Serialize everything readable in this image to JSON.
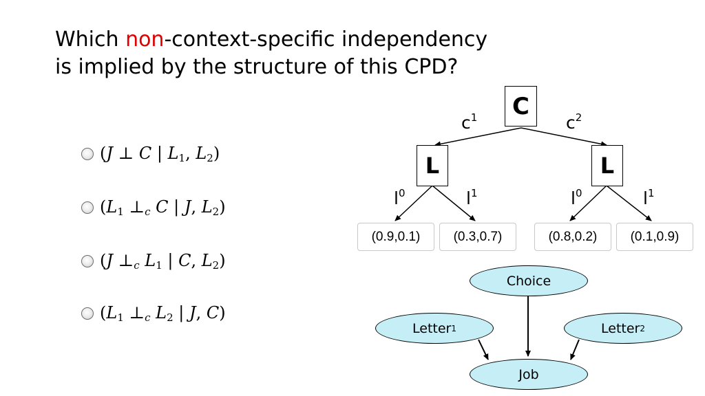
{
  "question": {
    "prefix": "Which ",
    "highlight": "non",
    "rest_line1": "-context-specific independency",
    "line2": "is implied by the structure of this CPD?",
    "highlight_color": "#e00000"
  },
  "options": [
    {
      "open": "(",
      "a": "J",
      "op": "⊥",
      "op_sub": "",
      "b": "C",
      "cond": "L",
      "cond_sub": "1",
      "cond2": "L",
      "cond2_sub": "2",
      "close": ")"
    },
    {
      "open": "(",
      "a": "L",
      "a_sub": "1",
      "op": "⊥",
      "op_sub": "c",
      "b": "C",
      "cond": "J",
      "cond2": "L",
      "cond2_sub": "2",
      "close": ")"
    },
    {
      "open": "(",
      "a": "J",
      "op": "⊥",
      "op_sub": "c",
      "b": "L",
      "b_sub": "1",
      "cond": "C",
      "cond2": "L",
      "cond2_sub": "2",
      "close": ")"
    },
    {
      "open": "(",
      "a": "L",
      "a_sub": "1",
      "op": "⊥",
      "op_sub": "c",
      "b": "L",
      "b_sub": "2",
      "cond": "J",
      "cond2": "C",
      "close": ")"
    }
  ],
  "tree": {
    "root": "C",
    "left_edge": {
      "base": "c",
      "sup": "1"
    },
    "right_edge": {
      "base": "c",
      "sup": "2"
    },
    "left_child": "L",
    "right_child": "L",
    "l_edges": [
      {
        "base": "l",
        "sup": "0"
      },
      {
        "base": "l",
        "sup": "1"
      },
      {
        "base": "l",
        "sup": "0"
      },
      {
        "base": "l",
        "sup": "1"
      }
    ],
    "leaves": [
      "(0.9,0.1)",
      "(0.3,0.7)",
      "(0.8,0.2)",
      "(0.1,0.9)"
    ]
  },
  "network": {
    "choice": "Choice",
    "letter1": {
      "base": "Letter",
      "sub": "1"
    },
    "letter2": {
      "base": "Letter",
      "sub": "2"
    },
    "job": "Job",
    "node_fill": "#c5eef7"
  }
}
